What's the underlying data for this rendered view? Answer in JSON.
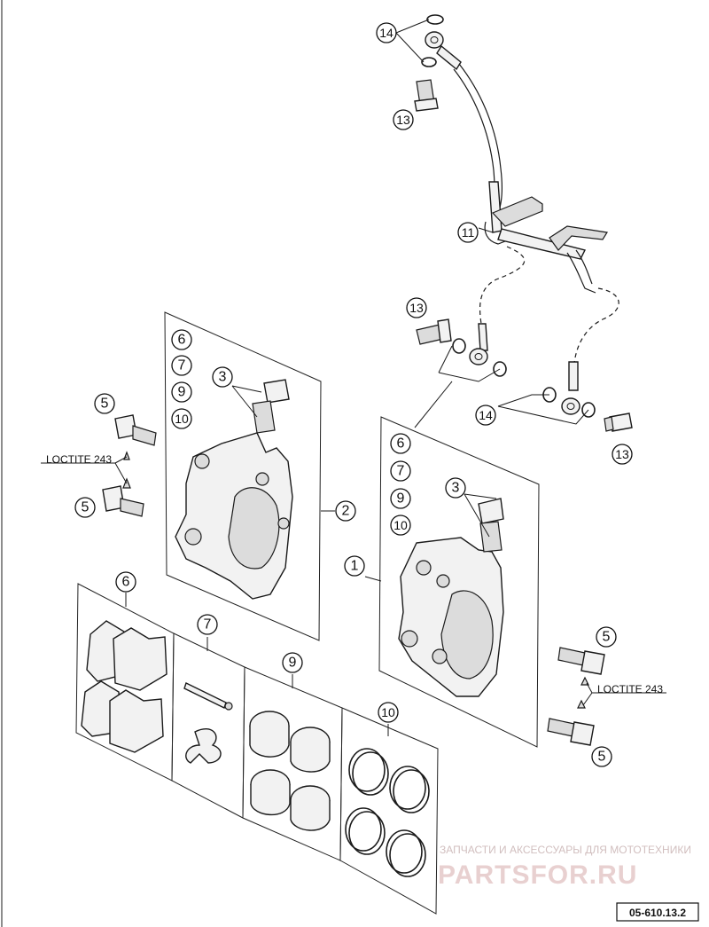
{
  "diagram_code": "05-610.13.2",
  "loctite_note": "LOCTITE 243",
  "watermark": {
    "tagline": "ЗАПЧАСТИ И АКСЕССУАРЫ ДЛЯ МОТОТЕХНИКИ",
    "brand": "PARTSFOR.RU"
  },
  "callouts": {
    "c1": "1",
    "c2": "2",
    "c3a": "3",
    "c3b": "3",
    "c5a": "5",
    "c5b": "5",
    "c5c": "5",
    "c5d": "5",
    "c6a": "6",
    "c6b": "6",
    "c6c": "6",
    "c7a": "7",
    "c7b": "7",
    "c7c": "7",
    "c9a": "9",
    "c9b": "9",
    "c9c": "9",
    "c10a": "10",
    "c10b": "10",
    "c10c": "10",
    "c11": "11",
    "c13a": "13",
    "c13b": "13",
    "c13c": "13",
    "c14a": "14",
    "c14b": "14"
  }
}
